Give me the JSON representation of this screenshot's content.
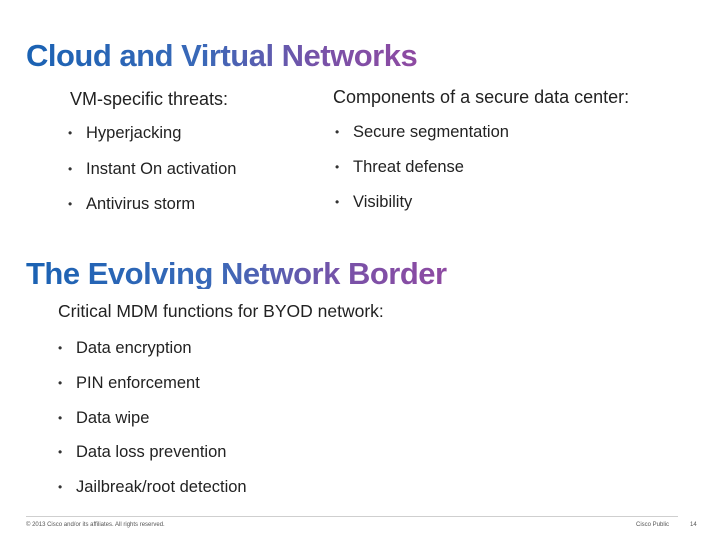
{
  "slide": {
    "title_1": "Cloud and Virtual Networks",
    "left_column": {
      "heading": "VM-specific threats:",
      "bullets": [
        "Hyperjacking",
        "Instant On activation",
        "Antivirus storm"
      ]
    },
    "right_column": {
      "heading": "Components of a secure data center:",
      "bullets": [
        "Secure segmentation",
        "Threat defense",
        "Visibility"
      ]
    },
    "title_2": "The Evolving Network Border",
    "mdm": {
      "heading": "Critical MDM functions for BYOD network:",
      "bullets": [
        "Data encryption",
        "PIN enforcement",
        "Data wipe",
        "Data loss prevention",
        "Jailbreak/root detection"
      ]
    }
  },
  "footer": {
    "copyright": "© 2013 Cisco and/or its affiliates. All rights reserved.",
    "classification": "Cisco Public",
    "page_number": "14"
  },
  "bullet_glyph": "•",
  "colors": {
    "title_gradient_start": "#1a62b3",
    "title_gradient_end": "#8e4aa2",
    "text": "#222222"
  }
}
